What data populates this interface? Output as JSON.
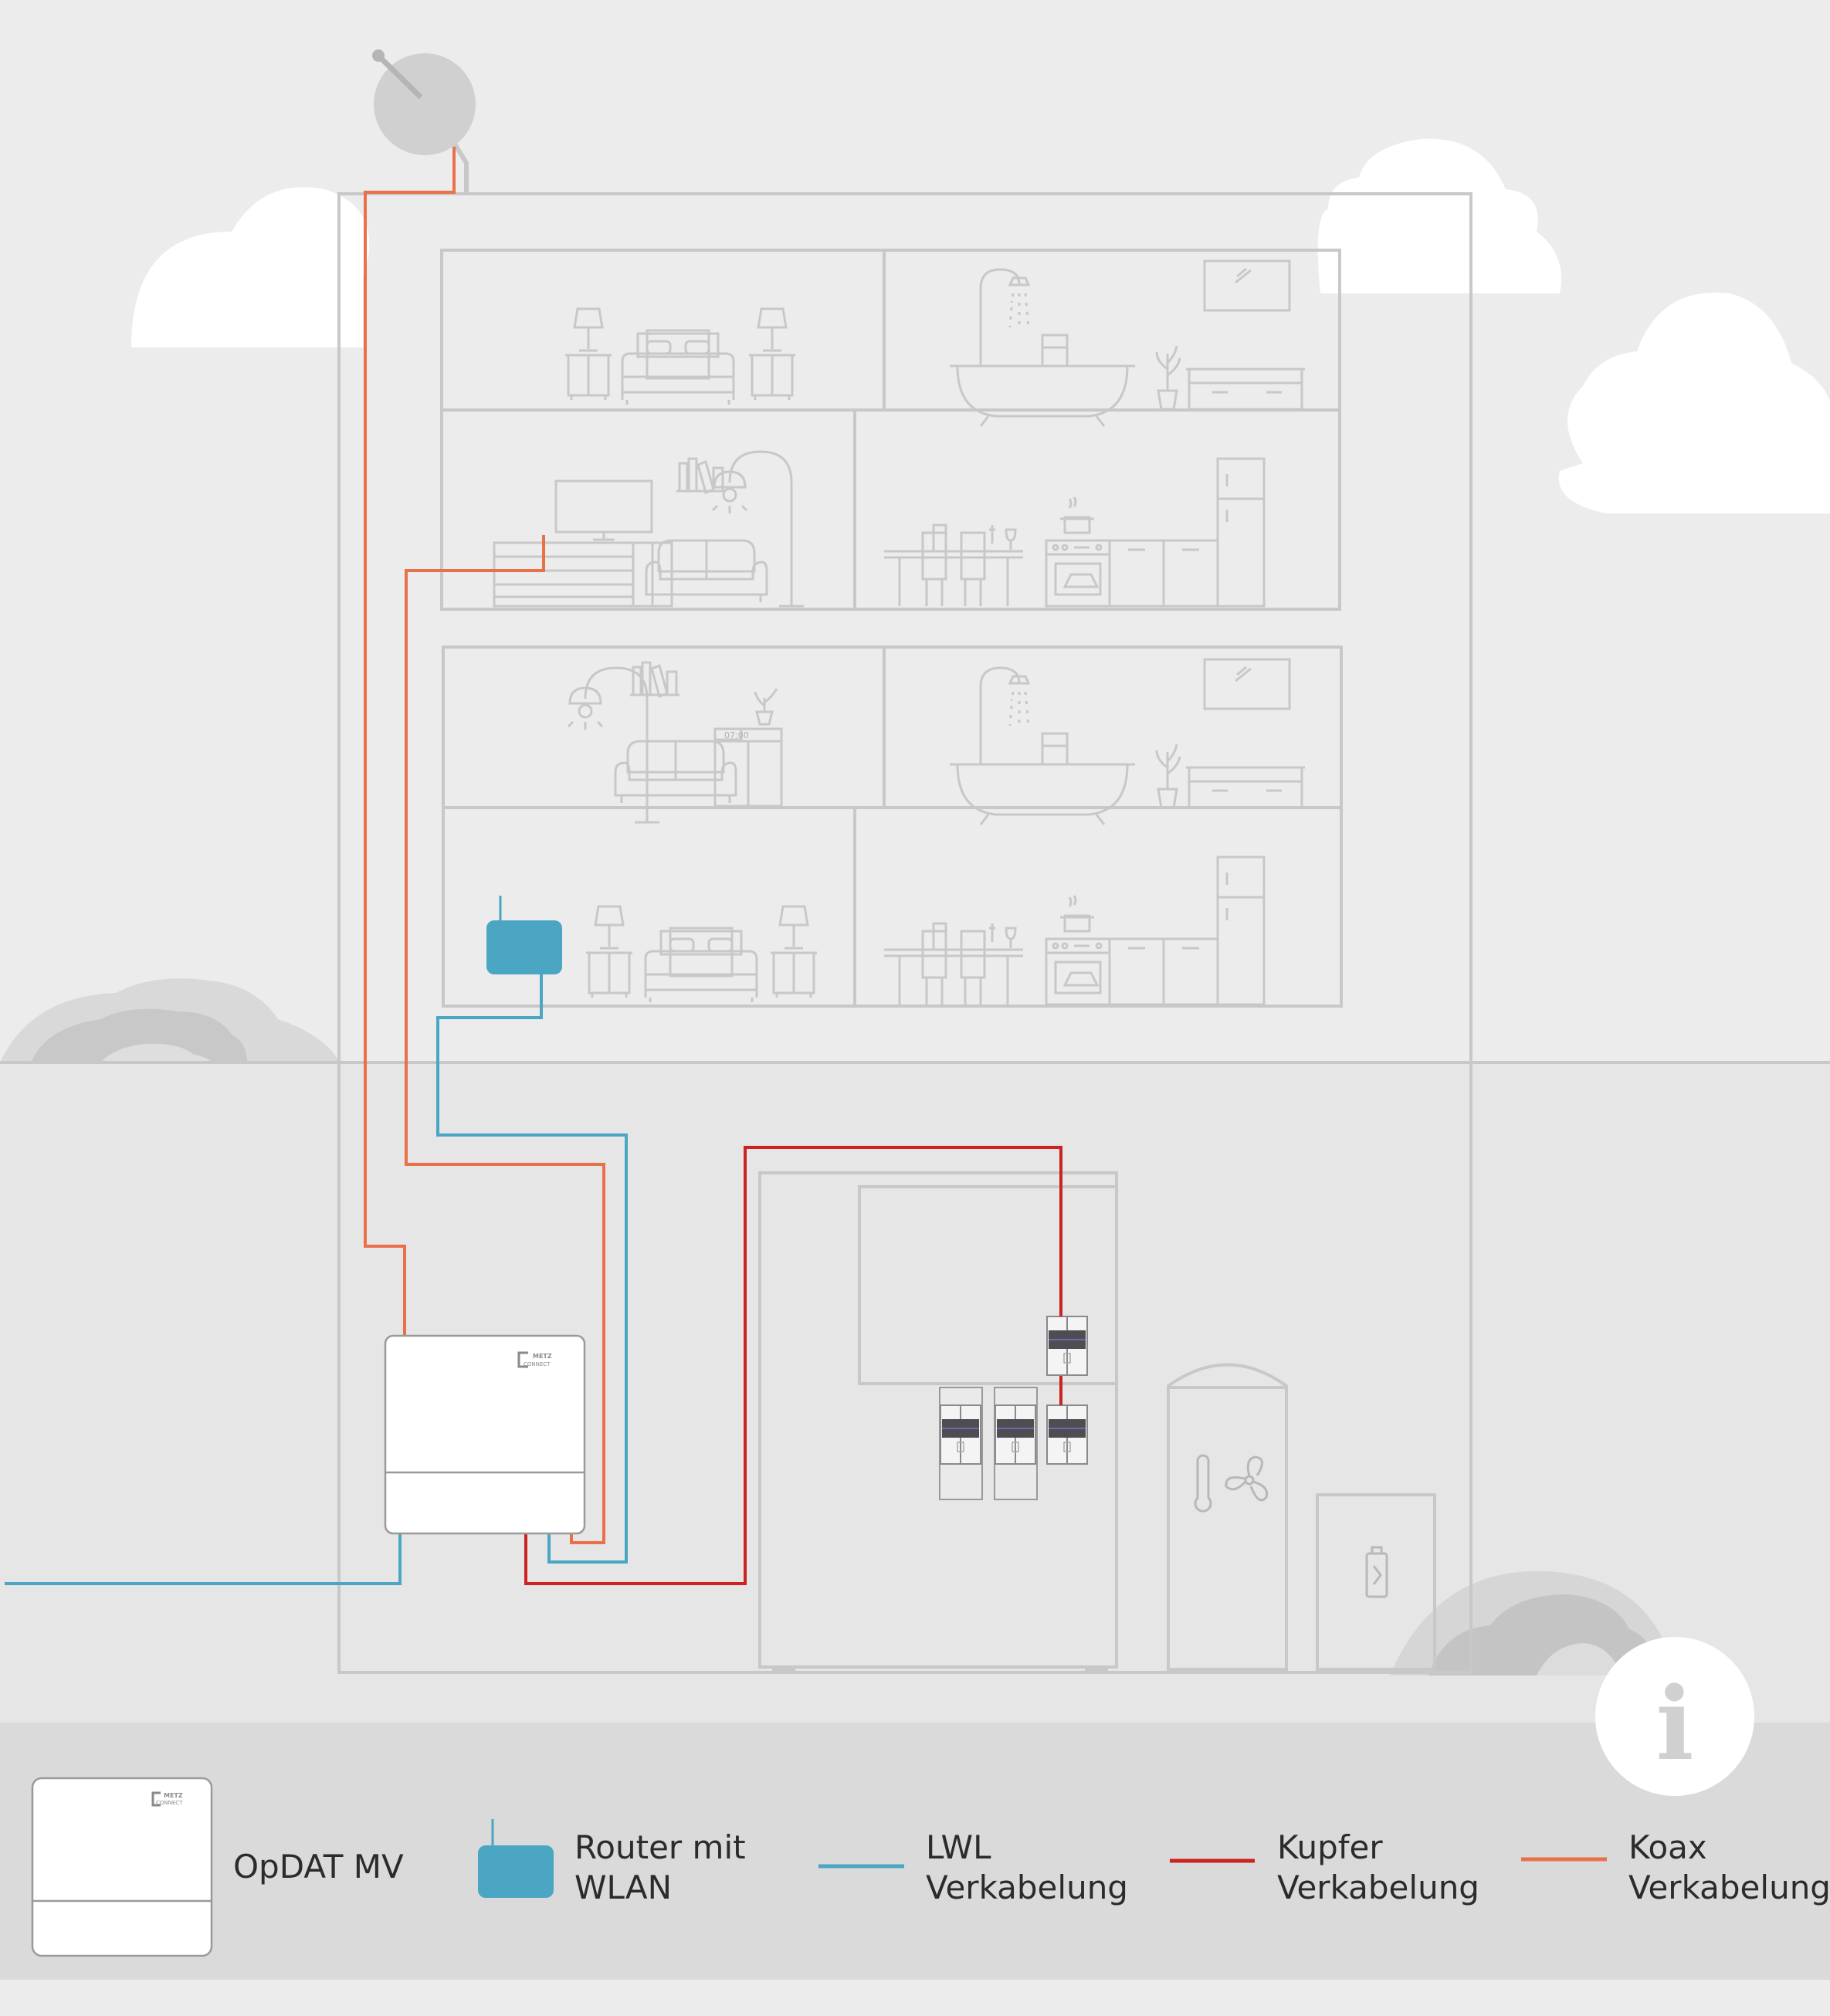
{
  "device": {
    "brand_line1": "METZ",
    "brand_line2": "CONNECT"
  },
  "kitchen_clock": "07:00",
  "legend": {
    "opdat_label": "OpDAT MV",
    "router_line1": "Router mit",
    "router_line2": "WLAN",
    "lwl_line1": "LWL",
    "lwl_line2": "Verkabelung",
    "kupfer_line1": "Kupfer",
    "kupfer_line2": "Verkabelung",
    "koax_line1": "Koax",
    "koax_line2": "Verkabelung"
  },
  "info_symbol": "i",
  "colors": {
    "lwl": "#4aa6c2",
    "kupfer": "#cc2222",
    "koax": "#e8714a",
    "router": "#4aa6c2",
    "outline": "#c8c8c8"
  },
  "icons": [
    "satellite-dish-icon",
    "router-icon",
    "info-icon",
    "thermometer-icon",
    "fan-icon",
    "battery-icon",
    "cloud-icon"
  ]
}
